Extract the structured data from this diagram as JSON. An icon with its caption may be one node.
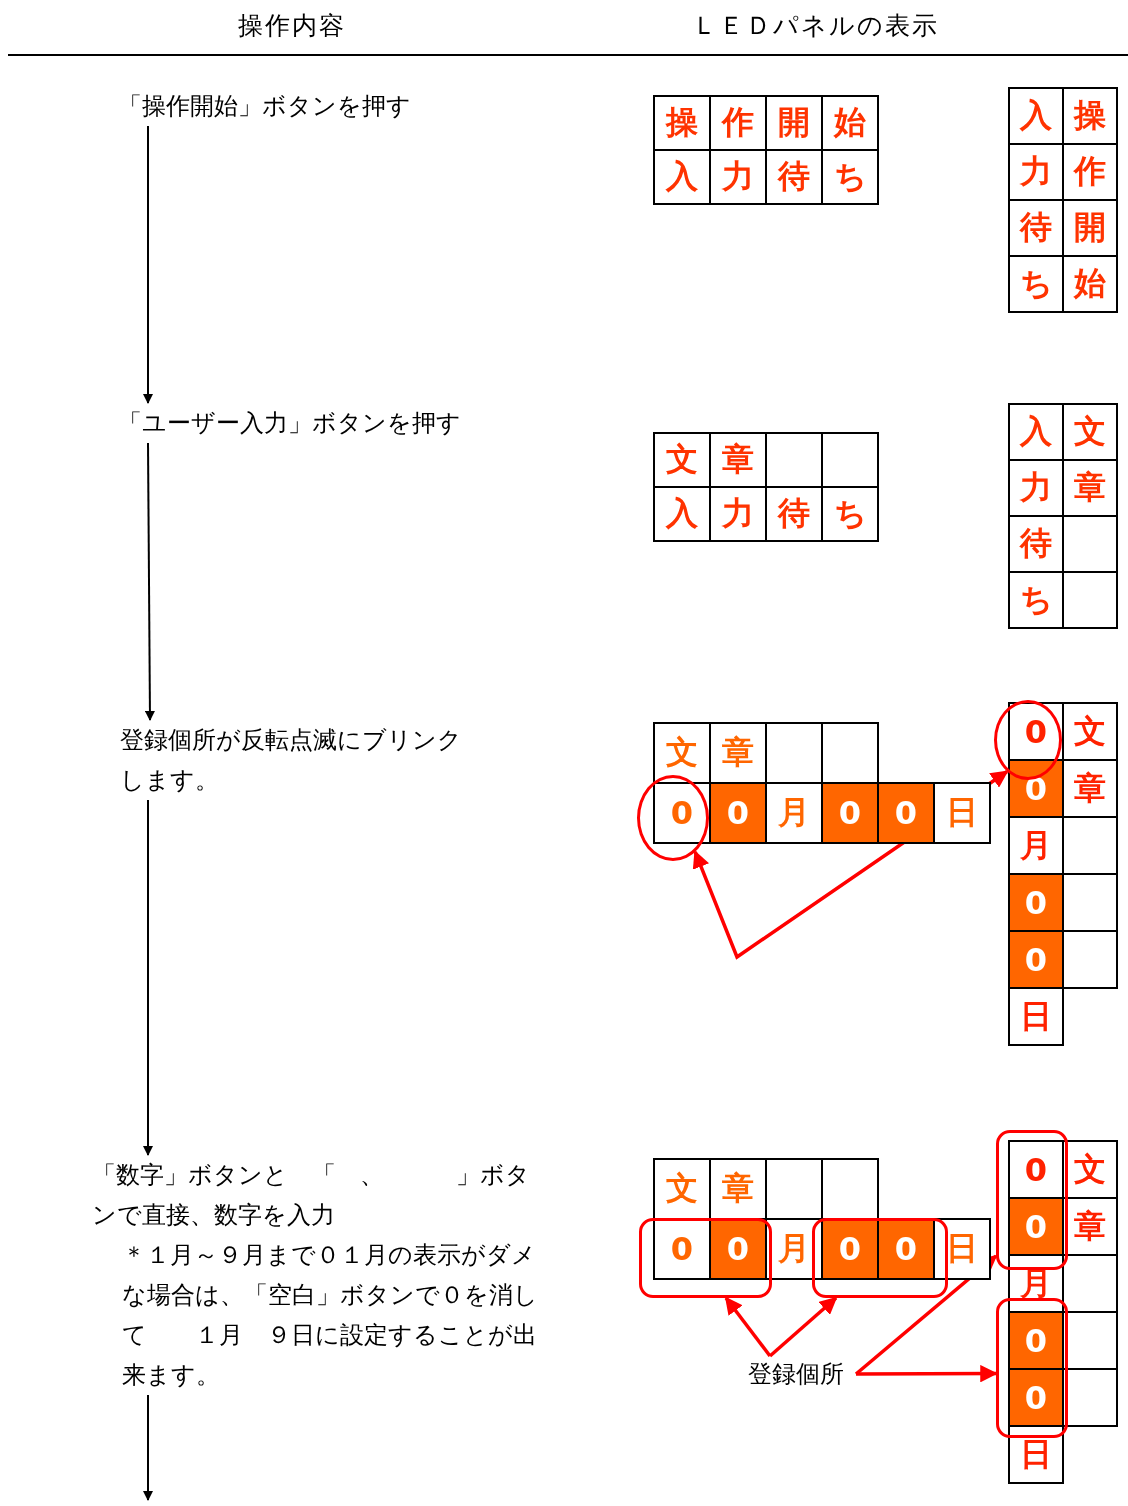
{
  "diagram": {
    "nodes": [
      {
        "text": [
          "「操作開始」ボタンを押す"
        ]
      },
      {
        "text": [
          "「ユーザー入力」ボタンを押す"
        ]
      },
      {
        "text": [
          "登録個所が反転点滅にブリンクします。"
        ]
      },
      {
        "text": [],
        "shape": "circle"
      },
      {
        "text": [],
        "shape": "circle"
      },
      {
        "text": [
          "「数字」ボタンと　「　、　　　」ボタンで直接、数字を入力",
          "＊１月～９月まで０１月の表示がダメな場合は、「空白」ボタンで０を消して　　１月　９日に設定することが出来ます。"
        ]
      },
      {
        "text": [],
        "shape": "box"
      },
      {
        "text": [],
        "shape": "box"
      },
      {
        "text": [],
        "shape": "box"
      },
      {
        "text": [],
        "shape": "box"
      },
      {
        "text": [
          "登録個所"
        ]
      }
    ],
    "edges": [
      {
        "from": 0,
        "to": 1,
        "arrow": "to",
        "color": "#000000"
      },
      {
        "from": 1,
        "to": 2,
        "arrow": "to",
        "color": "#000000"
      },
      {
        "from": 2,
        "to": 5,
        "arrow": "to",
        "color": "#000000"
      },
      {
        "from": 3,
        "to": 4,
        "arrow": "both",
        "color": "#ff0000"
      },
      {
        "from": 5,
        "to": null,
        "arrow": "to",
        "color": "#000000"
      },
      {
        "from": 10,
        "to": 7,
        "arrow": "to",
        "color": "#ff0000"
      },
      {
        "from": 10,
        "to": 8,
        "arrow": "to",
        "color": "#ff0000"
      },
      {
        "from": 10,
        "to": 6,
        "arrow": "to",
        "color": "#ff0000"
      },
      {
        "from": 10,
        "to": 9,
        "arrow": "to",
        "color": "#ff0000"
      }
    ],
    "labels": [
      "操作内容",
      "ＬＥＤパネルの表示",
      "操",
      "作",
      "開",
      "始",
      "入",
      "力",
      "待",
      "ち",
      "入",
      "操",
      "力",
      "作",
      "待",
      "開",
      "ち",
      "始",
      "文",
      "章",
      "入",
      "力",
      "待",
      "ち",
      "入",
      "文",
      "力",
      "章",
      "待",
      "ち",
      "文",
      "章",
      "0",
      "0",
      "月",
      "0",
      "0",
      "日",
      "0",
      "文",
      "0",
      "章",
      "月",
      "0",
      "0",
      "日",
      "文",
      "章",
      "0",
      "0",
      "月",
      "0",
      "0",
      "日",
      "0",
      "文",
      "0",
      "章",
      "月",
      "0",
      "0",
      "日"
    ]
  }
}
